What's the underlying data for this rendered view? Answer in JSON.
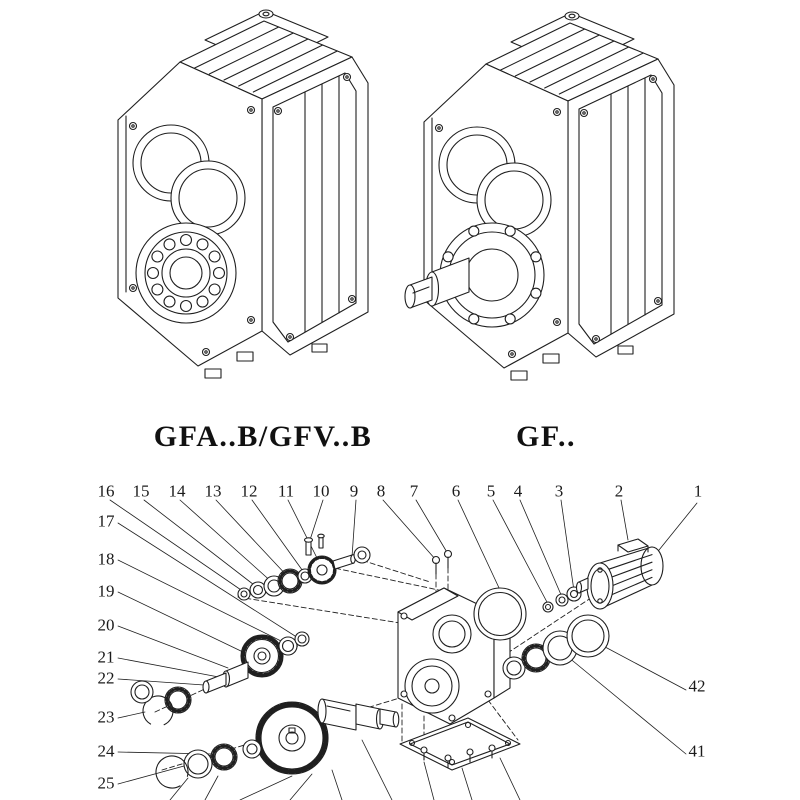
{
  "colors": {
    "background": "#ffffff",
    "line": "#1f1f1f",
    "text": "#141414"
  },
  "models": {
    "left_label": "GFA..B/GFV..B",
    "right_label": "GF.."
  },
  "exploded_view": {
    "top_row": [
      "16",
      "15",
      "14",
      "13",
      "12",
      "11",
      "10",
      "9",
      "8",
      "7",
      "6",
      "5",
      "4",
      "3",
      "2",
      "1"
    ],
    "left_column": [
      "17",
      "18",
      "19",
      "20",
      "21",
      "22",
      "23",
      "24",
      "25"
    ],
    "right_column": [
      "42",
      "41"
    ]
  }
}
